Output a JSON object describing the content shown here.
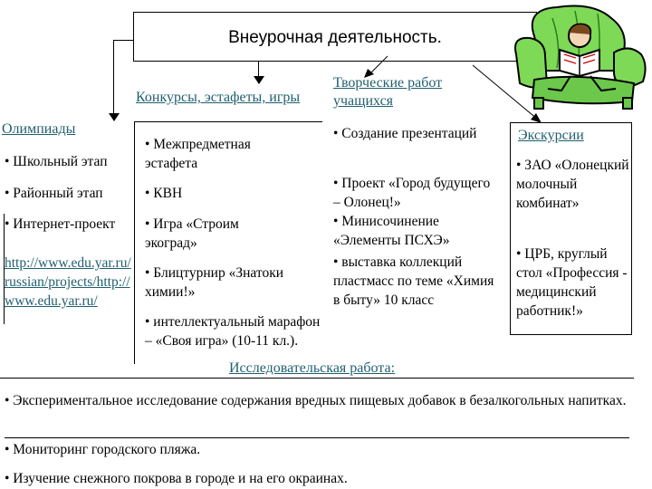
{
  "title": "Внеурочная деятельность.",
  "olympiads": {
    "heading": "Олимпиады",
    "item1": "• Школьный этап",
    "item2": "• Районный этап",
    "item3": "• Интернет-проект",
    "link": "http://www.edu.yar.ru/russian/projects/http://www.edu.yar.ru/"
  },
  "contests": {
    "heading": "Конкурсы, эстафеты, игры",
    "item1": "• Межпредметная эстафета",
    "item2": "• КВН",
    "item3": "• Игра «Строим экоград»",
    "item4": "• Блицтурнир «Знатоки химии!»",
    "item5": "• интеллектуальный марафон – «Своя игра» (10-11 кл.)."
  },
  "creative": {
    "heading": "Творческие работ учащихся",
    "item1": "• Создание презентаций",
    "item2": "• Проект «Город будущего – Олонец!»",
    "item3": "• Минисочинение «Элементы ПСХЭ»",
    "item4": "• выставка коллекций пластмасс по теме «Химия в быту» 10 класс"
  },
  "excursions": {
    "heading": "Экскурсии",
    "item1": "• ЗАО «Олонецкий молочный комбинат»",
    "item2": "• ЦРБ, круглый стол «Профессия - медицинский работник!»"
  },
  "research": {
    "heading": "Исследовательская работа:",
    "item1": "• Экспериментальное исследование содержания вредных пищевых добавок в безалкогольных напитках.",
    "item2": "• Мониторинг городского пляжа.",
    "item3": "• Изучение снежного покрова в городе и на его окраинах."
  }
}
